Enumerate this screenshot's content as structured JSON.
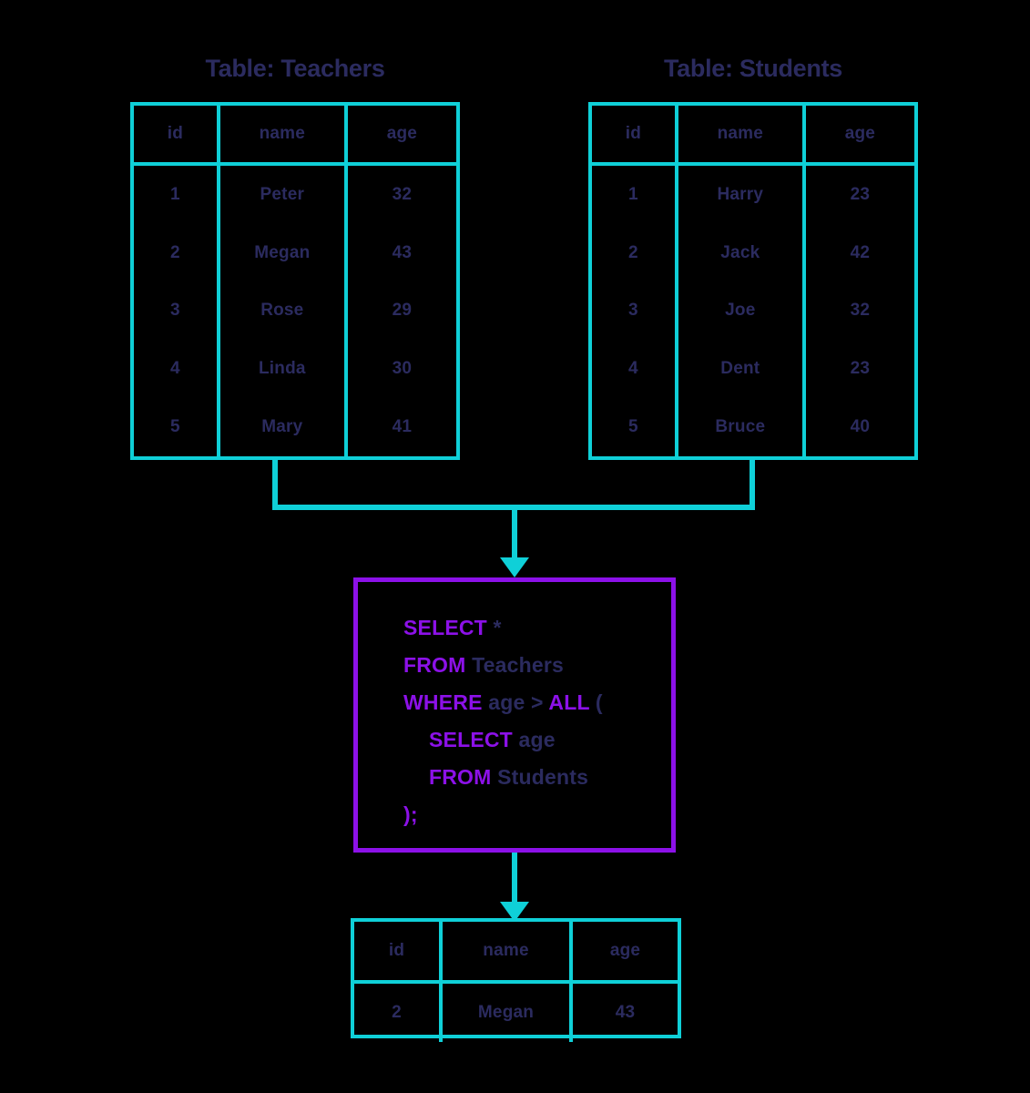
{
  "theme": {
    "background": "#000000",
    "table_border": "#0fd0d8",
    "text": "#2b2b5f",
    "keyword": "#8c11e8",
    "query_border": "#8c11e8",
    "connector": "#0fd0d8"
  },
  "diagram": {
    "type": "sql-flow-diagram",
    "topic": "SQL ALL operator with subquery"
  },
  "tables": {
    "teachers": {
      "title": "Table: Teachers",
      "columns": [
        "id",
        "name",
        "age"
      ],
      "rows": [
        [
          "1",
          "Peter",
          "32"
        ],
        [
          "2",
          "Megan",
          "43"
        ],
        [
          "3",
          "Rose",
          "29"
        ],
        [
          "4",
          "Linda",
          "30"
        ],
        [
          "5",
          "Mary",
          "41"
        ]
      ]
    },
    "students": {
      "title": "Table: Students",
      "columns": [
        "id",
        "name",
        "age"
      ],
      "rows": [
        [
          "1",
          "Harry",
          "23"
        ],
        [
          "2",
          "Jack",
          "42"
        ],
        [
          "3",
          "Joe",
          "32"
        ],
        [
          "4",
          "Dent",
          "23"
        ],
        [
          "5",
          "Bruce",
          "40"
        ]
      ]
    },
    "result": {
      "columns": [
        "id",
        "name",
        "age"
      ],
      "rows": [
        [
          "2",
          "Megan",
          "43"
        ]
      ]
    }
  },
  "query": {
    "lines": [
      {
        "indent": false,
        "tokens": [
          {
            "t": "SELECT",
            "k": true
          },
          {
            "t": " *",
            "k": false
          }
        ]
      },
      {
        "indent": false,
        "tokens": [
          {
            "t": "FROM",
            "k": true
          },
          {
            "t": " Teachers",
            "k": false
          }
        ]
      },
      {
        "indent": false,
        "tokens": [
          {
            "t": "WHERE",
            "k": true
          },
          {
            "t": " age > ",
            "k": false
          },
          {
            "t": "ALL",
            "k": true
          },
          {
            "t": " (",
            "k": false
          }
        ]
      },
      {
        "indent": true,
        "tokens": [
          {
            "t": "SELECT",
            "k": true
          },
          {
            "t": " age",
            "k": false
          }
        ]
      },
      {
        "indent": true,
        "tokens": [
          {
            "t": "FROM",
            "k": true
          },
          {
            "t": " Students",
            "k": false
          }
        ]
      },
      {
        "indent": false,
        "tokens": [
          {
            "t": ");",
            "k": true
          }
        ]
      }
    ],
    "plain_text": "SELECT *\nFROM Teachers\nWHERE age > ALL (\n    SELECT age\n    FROM Students\n);"
  }
}
